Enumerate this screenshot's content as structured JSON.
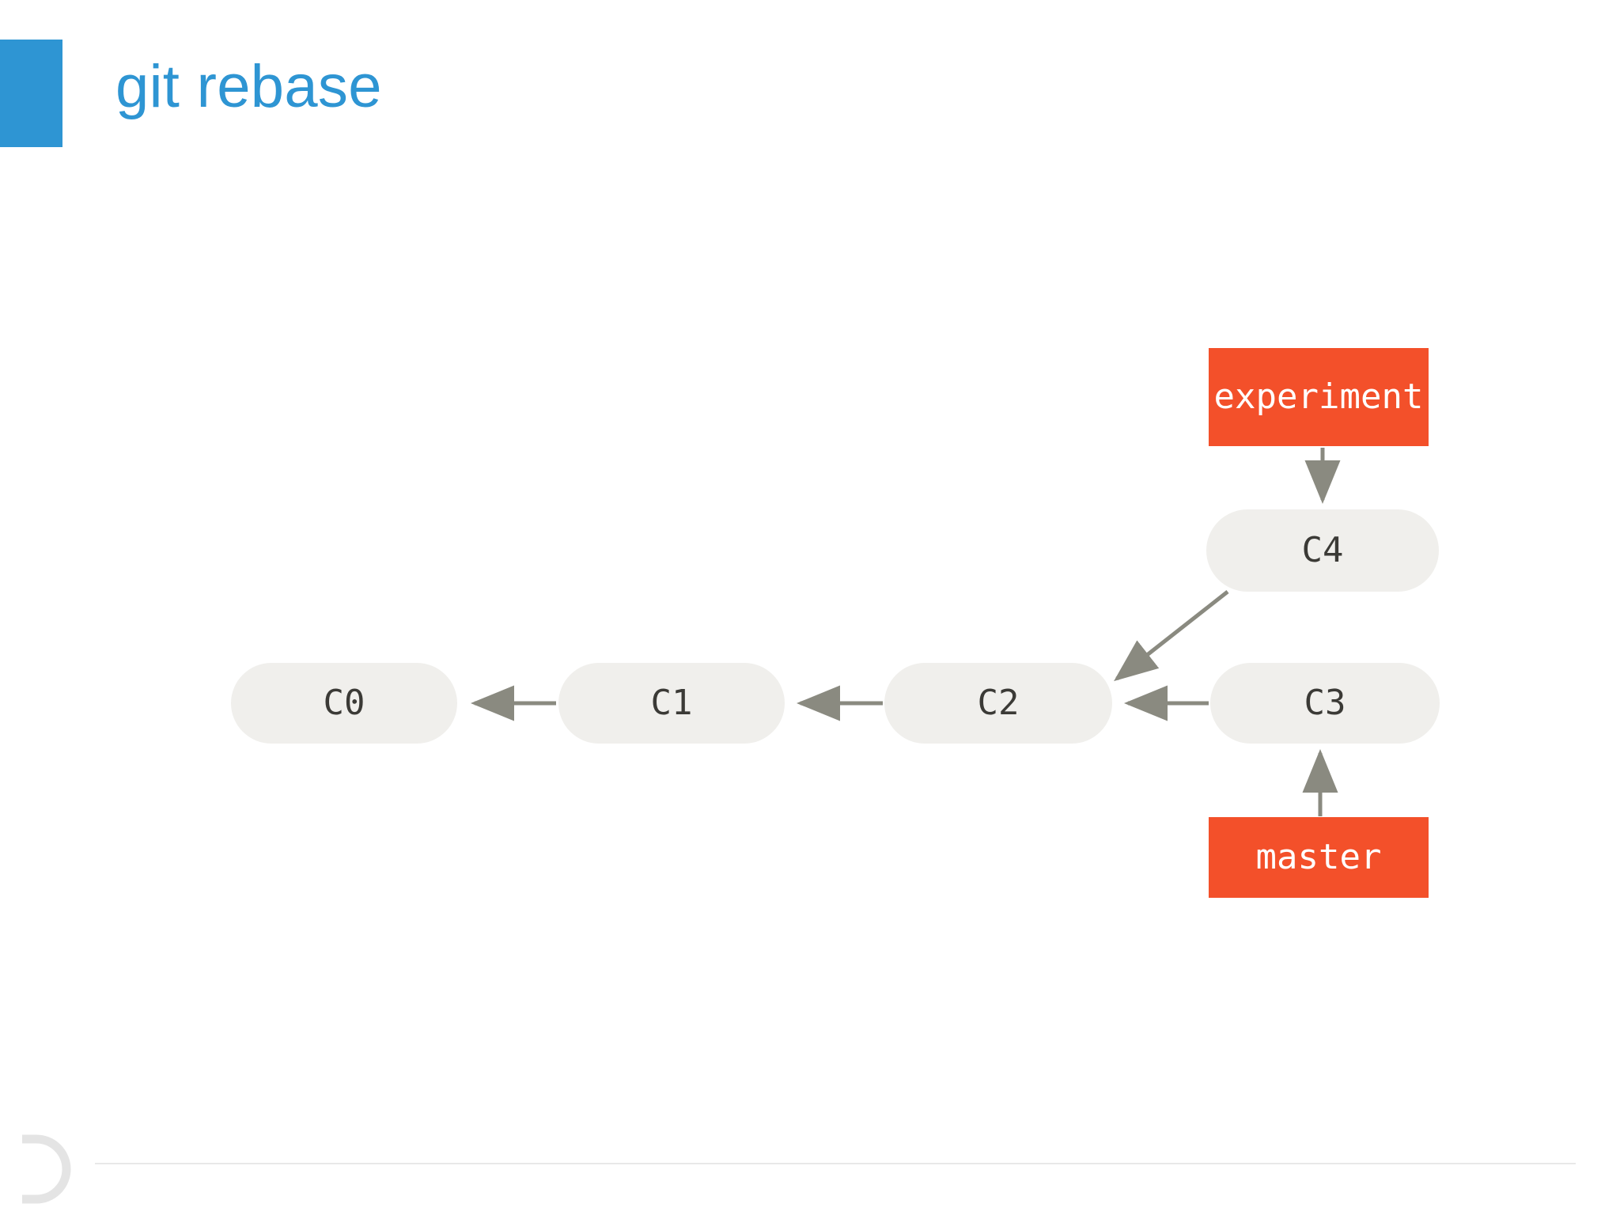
{
  "slide": {
    "title": "git rebase",
    "accent_color": "#2e95d3",
    "background_color": "#ffffff"
  },
  "diagram": {
    "type": "git-commit-graph",
    "node_fill": "#f0efec",
    "node_text_color": "#3b3a36",
    "ref_fill": "#f3502a",
    "ref_text_color": "#ffffff",
    "edge_color": "#8a8a80",
    "commits": [
      {
        "id": "c0",
        "label": "C0"
      },
      {
        "id": "c1",
        "label": "C1"
      },
      {
        "id": "c2",
        "label": "C2"
      },
      {
        "id": "c3",
        "label": "C3"
      },
      {
        "id": "c4",
        "label": "C4"
      }
    ],
    "refs": [
      {
        "id": "experiment",
        "label": "experiment",
        "points_to": "C4"
      },
      {
        "id": "master",
        "label": "master",
        "points_to": "C3"
      }
    ],
    "edges": [
      {
        "from": "C1",
        "to": "C0"
      },
      {
        "from": "C2",
        "to": "C1"
      },
      {
        "from": "C3",
        "to": "C2"
      },
      {
        "from": "C4",
        "to": "C2"
      },
      {
        "from": "experiment",
        "to": "C4"
      },
      {
        "from": "master",
        "to": "C3"
      }
    ]
  },
  "footer": {
    "rule_color": "#e8e8e8",
    "logo_name": "arc-logo"
  }
}
